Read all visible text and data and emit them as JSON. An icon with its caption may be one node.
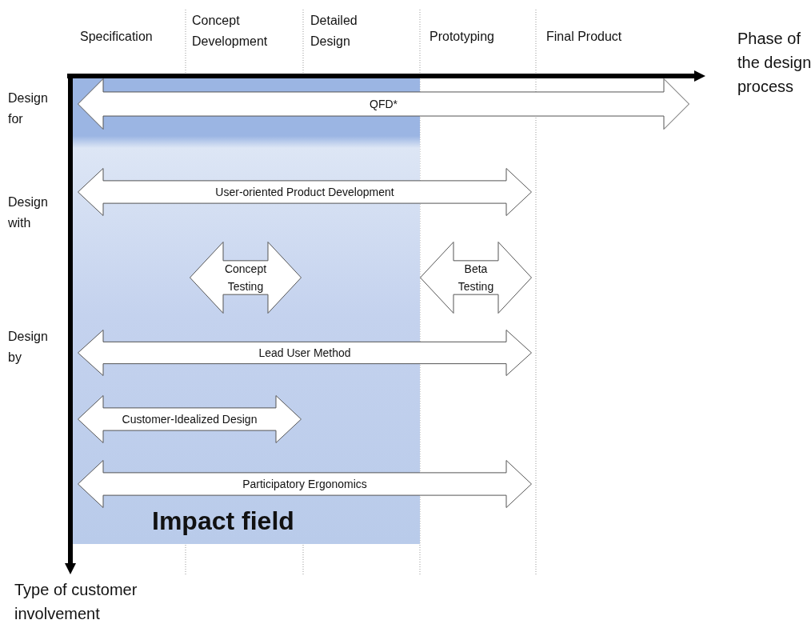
{
  "diagram": {
    "nodes": [
      {
        "text": [
          "Impact field"
        ]
      },
      {
        "text": [
          "QFD*"
        ]
      },
      {
        "text": [
          "User-oriented Product Development"
        ]
      },
      {
        "text": [
          "Concept Testing"
        ],
        "in": 0
      },
      {
        "text": [
          "Beta Testing"
        ]
      },
      {
        "text": [
          "Lead User Method"
        ]
      },
      {
        "text": [
          "Customer-Idealized Design"
        ],
        "in": 0
      },
      {
        "text": [
          "Participatory Ergonomics"
        ]
      }
    ],
    "edges": [],
    "labels": [
      "Specification",
      "Concept Development",
      "Detailed Design",
      "Prototyping",
      "Final Product",
      "Phase of the design process",
      "Design for",
      "Design with",
      "Design by",
      "Type of customer involvement"
    ]
  }
}
